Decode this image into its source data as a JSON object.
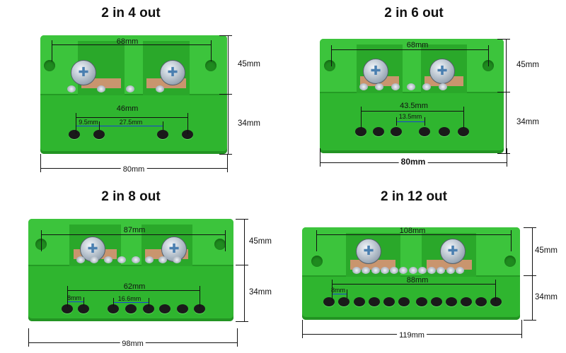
{
  "products": [
    {
      "title": "2 in 4 out",
      "outputs": 4,
      "dimensions": {
        "mount_spacing": "68mm",
        "outer_hole_span": "46mm",
        "hole_pitch": "9.5mm",
        "inner_gap": "27.5mm",
        "top_height": "45mm",
        "bottom_height": "34mm",
        "width": "80mm"
      }
    },
    {
      "title": "2 in 6 out",
      "outputs": 6,
      "dimensions": {
        "mount_spacing": "68mm",
        "outer_hole_span": "43.5mm",
        "inner_gap": "13.5mm",
        "top_height": "45mm",
        "bottom_height": "34mm",
        "width": "80mm"
      }
    },
    {
      "title": "2 in 8 out",
      "outputs": 8,
      "dimensions": {
        "mount_spacing": "87mm",
        "outer_hole_span": "62mm",
        "hole_pitch": "8mm",
        "inner_gap": "16.6mm",
        "top_height": "45mm",
        "bottom_height": "34mm",
        "width": "98mm"
      }
    },
    {
      "title": "2 in 12 out",
      "outputs": 12,
      "dimensions": {
        "mount_spacing": "108mm",
        "outer_hole_span": "88mm",
        "hole_pitch": "8mm",
        "top_height": "45mm",
        "bottom_height": "34mm",
        "width": "119mm"
      }
    }
  ],
  "colors": {
    "body": "#2fb52f",
    "dimension_line": "#111111",
    "pitch_line": "#1a3fd6"
  }
}
